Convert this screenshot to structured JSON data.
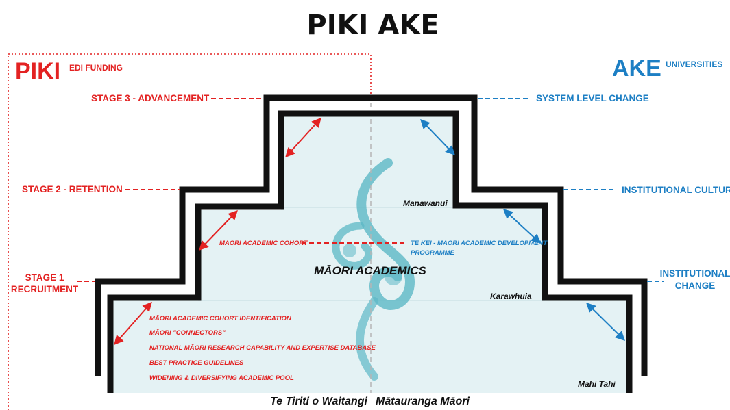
{
  "title": "PIKI AKE",
  "piki": {
    "heading": "PIKI",
    "subheading": "EDI FUNDING"
  },
  "ake": {
    "heading": "AKE",
    "subheading": "UNIVERSITIES"
  },
  "stages": {
    "stage3": "STAGE 3 - ADVANCEMENT",
    "stage2": "STAGE 2 - RETENTION",
    "stage1_line1": "STAGE 1",
    "stage1_line2": "RECRUITMENT"
  },
  "changes": {
    "system": "SYSTEM LEVEL CHANGE",
    "culture": "INSTITUTIONAL CULTURE",
    "change_line1": "INSTITUTIONAL",
    "change_line2": "CHANGE"
  },
  "middle": {
    "cohort": "MĀORI ACADEMIC COHORT",
    "te_kei_line1": "TE KEI - MĀORI ACADEMIC DEVELOPMENT",
    "te_kei_line2": "PROGRAMME",
    "center": "MĀORI ACADEMICS"
  },
  "step_labels": {
    "manawanui": "Manawanui",
    "karawhuia": "Karawhuia",
    "mahi_tahi": "Mahi Tahi"
  },
  "initiatives": [
    "MĀORI ACADEMIC COHORT IDENTIFICATION",
    "MĀORI \"CONNECTORS\"",
    "NATIONAL MĀORI RESEARCH CAPABILITY AND EXPERTISE DATABASE",
    "BEST PRACTICE GUIDELINES",
    "WIDENING & DIVERSIFYING ACADEMIC POOL"
  ],
  "base": {
    "left": "Te Tiriti o Waitangi",
    "right": "Mātauranga Māori"
  },
  "colors": {
    "red": "#e32222",
    "blue": "#1d7fc4",
    "fill": "#e4f2f4",
    "koru": "#5cb8c6"
  }
}
